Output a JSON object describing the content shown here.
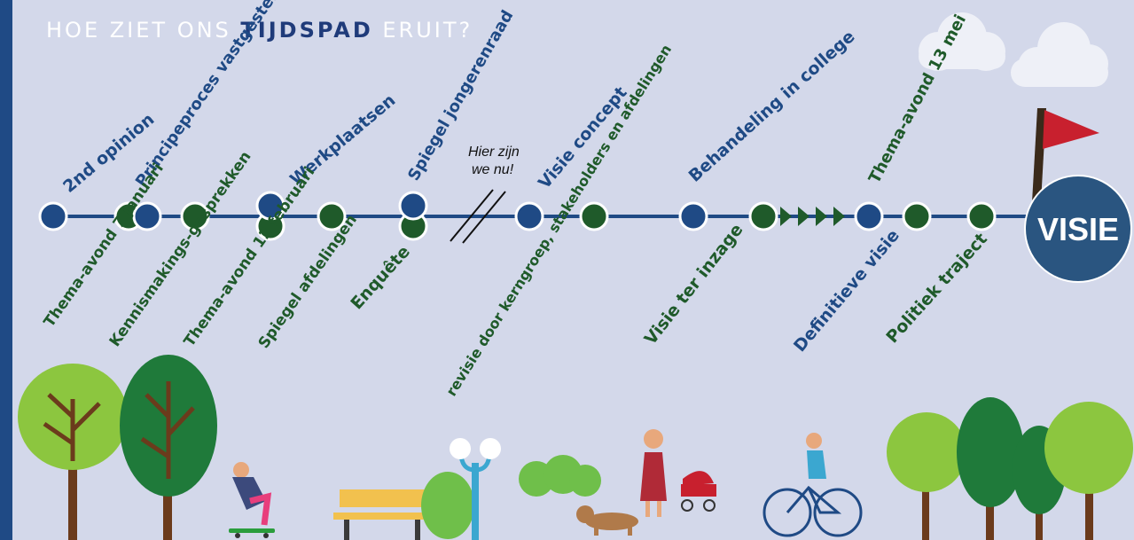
{
  "title": {
    "prefix": "HOE ZIET ONS ",
    "highlight": "TIJDSPAD",
    "suffix": " ERUIT?"
  },
  "colors": {
    "blue": "#1f4a85",
    "green": "#1f5a2a",
    "background": "#d3d8ea",
    "flag": "#c8202e"
  },
  "timeline": {
    "above": [
      "2nd opinion",
      "Principeproces vastgesteld",
      "Werkplaatsen",
      "Spiegel jongerenraad",
      "Visie concept",
      "Behandeling in college",
      "Thema-avond 13 mei"
    ],
    "below": [
      "Thema-avond 7 januari",
      "Kennismakings-gesprekken",
      "Thema-avond 12 februari",
      "Spiegel afdelingen",
      "Enquête",
      "revisie door kerngroep, stakeholders en afdelingen",
      "Visie ter inzage",
      "Definitieve visie",
      "Politiek traject"
    ],
    "current_marker": [
      "Hier zijn",
      "we nu!"
    ],
    "end_label": "VISIE"
  }
}
